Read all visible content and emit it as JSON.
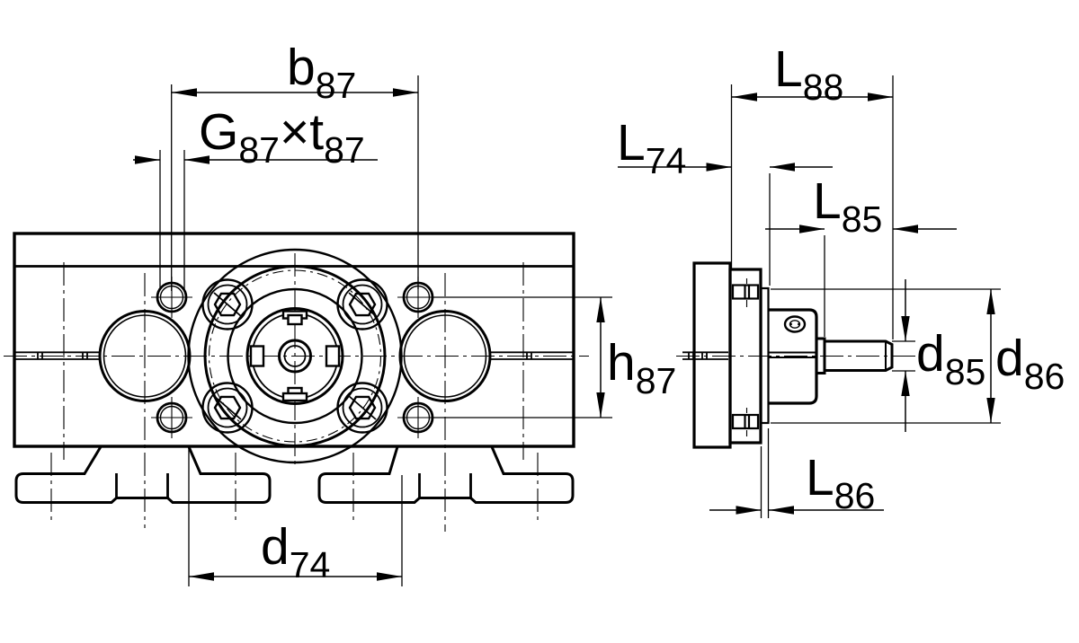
{
  "figure": {
    "type": "technical-drawing",
    "description": "Two-view dimension drawing of a pneumatic rotary actuator: front view with flanged output hub, two ports and mounting feet; side view with mounting plate, flange block, centering boss, clamp hub and output shaft",
    "background_color": "#ffffff",
    "line_color": "#000000"
  },
  "dimensions": {
    "b87": {
      "main": "b",
      "sub": "87"
    },
    "g87t87": {
      "g_main": "G",
      "g_sub": "87",
      "times": "×",
      "t_main": "t",
      "t_sub": "87"
    },
    "L74": {
      "main": "L",
      "sub": "74"
    },
    "L88": {
      "main": "L",
      "sub": "88"
    },
    "L85": {
      "main": "L",
      "sub": "85"
    },
    "h87": {
      "main": "h",
      "sub": "87"
    },
    "d85": {
      "main": "d",
      "sub": "85"
    },
    "d86": {
      "main": "d",
      "sub": "86"
    },
    "L86": {
      "main": "L",
      "sub": "86"
    },
    "d74": {
      "main": "d",
      "sub": "74"
    }
  }
}
